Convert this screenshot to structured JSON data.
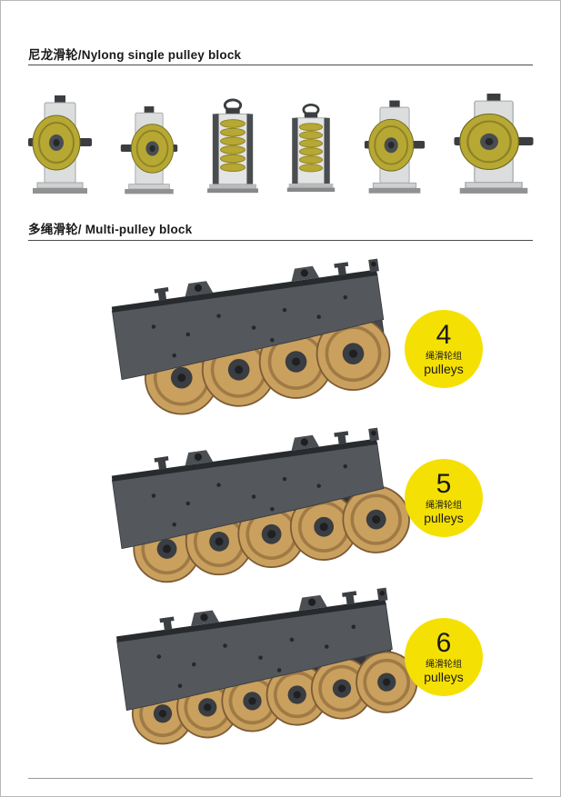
{
  "sections": {
    "single": {
      "title": "尼龙滑轮/Nylong single pulley block"
    },
    "multi": {
      "title": "多绳滑轮/ Multi-pulley block"
    }
  },
  "multi_items": [
    {
      "count": "4",
      "label_cn": "绳滑轮组",
      "label_en": "pulleys"
    },
    {
      "count": "5",
      "label_cn": "绳滑轮组",
      "label_en": "pulleys"
    },
    {
      "count": "6",
      "label_cn": "绳滑轮组",
      "label_en": "pulleys"
    }
  ],
  "colors": {
    "badge-yellow": "#F5E003",
    "sheave-yellow": "#B6A833",
    "wheel-tan": "#C9A05E",
    "frame-gray": "#54585C",
    "text-dark": "#1A1A1A"
  },
  "figures": {
    "single_row": [
      "nylon-single-pulley-side-view",
      "nylon-single-pulley-side-view-mirrored",
      "nylon-single-pulley-front-view",
      "nylon-single-pulley-front-view-small",
      "nylon-single-pulley-angled-view",
      "nylon-single-pulley-large-side-view"
    ],
    "multi_row": [
      "4-sheave-multi-pulley-block",
      "5-sheave-multi-pulley-block",
      "6-sheave-multi-pulley-block"
    ]
  }
}
